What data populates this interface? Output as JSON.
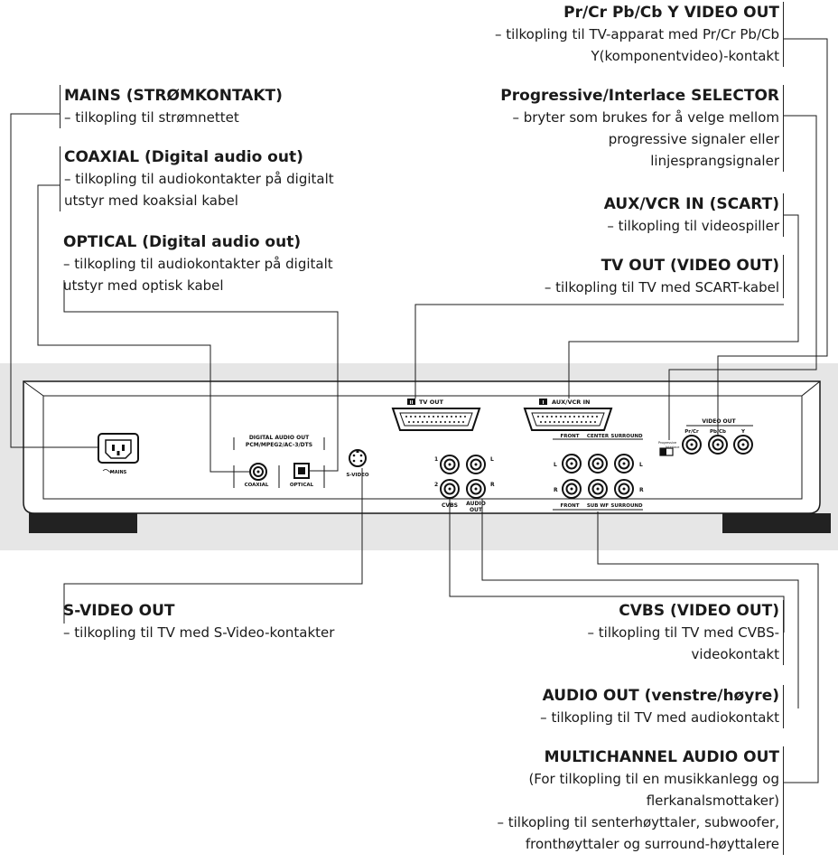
{
  "labels": {
    "mains": {
      "title": "MAINS (STRØMKONTAKT)",
      "desc": [
        "– tilkopling til strømnettet"
      ]
    },
    "coaxial": {
      "title": "COAXIAL (Digital audio out)",
      "desc": [
        "– tilkopling til audiokontakter på digitalt",
        "utstyr med koaksial kabel"
      ]
    },
    "optical": {
      "title": "OPTICAL (Digital audio out)",
      "desc": [
        "– tilkopling til audiokontakter på digitalt",
        "utstyr med optisk kabel"
      ]
    },
    "component": {
      "title": "Pr/Cr Pb/Cb Y VIDEO OUT",
      "desc": [
        "– tilkopling til TV-apparat med Pr/Cr Pb/Cb",
        "Y(komponentvideo)-kontakt"
      ]
    },
    "selector": {
      "title": "Progressive/Interlace SELECTOR",
      "desc": [
        "– bryter som brukes for å velge mellom",
        "progressive signaler eller",
        "linjesprangsignaler"
      ]
    },
    "aux": {
      "title": "AUX/VCR IN (SCART)",
      "desc": [
        "– tilkopling til videospiller"
      ]
    },
    "tvout": {
      "title": "TV OUT (VIDEO OUT)",
      "desc": [
        "– tilkopling til TV med SCART-kabel"
      ]
    },
    "svideo": {
      "title": "S-VIDEO OUT",
      "desc": [
        "– tilkopling til TV med S-Video-kontakter"
      ]
    },
    "cvbs": {
      "title": "CVBS (VIDEO OUT)",
      "desc": [
        "– tilkopling til TV med CVBS-",
        "videokontakt"
      ]
    },
    "audioout": {
      "title": "AUDIO OUT (venstre/høyre)",
      "desc": [
        "– tilkopling til TV med audiokontakt"
      ]
    },
    "multi": {
      "title": "MULTICHANNEL AUDIO OUT",
      "desc": [
        "(For tilkopling til en musikkanlegg og",
        "flerkanalsmottaker)",
        "– tilkopling til senterhøyttaler, subwoofer,",
        "fronthøyttaler og surround-høyttalere"
      ]
    }
  },
  "panel": {
    "mains": "MAINS",
    "digital_audio_out": "DIGITAL AUDIO OUT",
    "digital_formats": "PCM/MPEG2/AC-3/DTS",
    "coaxial": "COAXIAL",
    "optical": "OPTICAL",
    "s_video": "S-VIDEO",
    "tv_out": "TV OUT",
    "tv_out_num": "II",
    "aux_vcr_in": "AUX/VCR IN",
    "aux_num": "I",
    "video_out": "VIDEO OUT",
    "pr_cr": "Pr/Cr",
    "pb_cb": "Pb/Cb",
    "y": "Y",
    "ch1": "1",
    "ch2": "2",
    "l": "L",
    "r": "R",
    "cvbs": "CVBS",
    "audio": "AUDIO",
    "out": "OUT",
    "front": "FRONT",
    "center": "CENTER",
    "surround": "SURROUND",
    "sub_wf": "SUB WF",
    "progressive": "Progressive",
    "interlace": "Interlace"
  }
}
